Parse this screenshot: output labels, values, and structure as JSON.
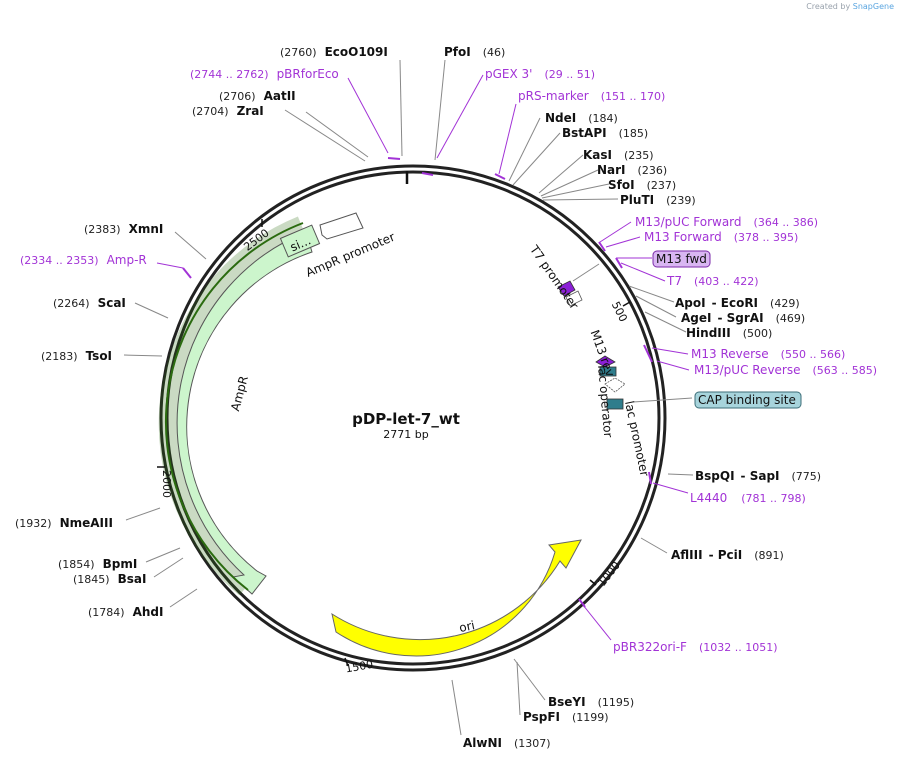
{
  "credit": {
    "prefix": "Created by",
    "brand": "SnapGene"
  },
  "plasmid": {
    "name": "pDP-let-7_wt",
    "length_label": "2771 bp"
  },
  "ticks": [
    "500",
    "1000",
    "1500",
    "2000",
    "2500"
  ],
  "sites": [
    {
      "pos": "(2760)",
      "name": "EcoO109I"
    },
    {
      "name": "PfoI",
      "pos": "(46)"
    },
    {
      "pos": "(2706)",
      "name": "AatII"
    },
    {
      "pos": "(2704)",
      "name": "ZraI"
    },
    {
      "name": "NdeI",
      "pos": "(184)"
    },
    {
      "name": "BstAPI",
      "pos": "(185)"
    },
    {
      "name": "KasI",
      "pos": "(235)"
    },
    {
      "name": "NarI",
      "pos": "(236)"
    },
    {
      "name": "SfoI",
      "pos": "(237)"
    },
    {
      "name": "PluTI",
      "pos": "(239)"
    },
    {
      "pos": "(2383)",
      "name": "XmnI"
    },
    {
      "pos": "(2264)",
      "name": "ScaI"
    },
    {
      "pos": "(2183)",
      "name": "TsoI"
    },
    {
      "name": "ApoI",
      "name2": "EcoRI",
      "pos": "(429)"
    },
    {
      "name": "AgeI",
      "name2": "SgrAI",
      "pos": "(469)"
    },
    {
      "name": "HindIII",
      "pos": "(500)"
    },
    {
      "name": "BspQI",
      "name2": "SapI",
      "pos": "(775)"
    },
    {
      "name": "AflIII",
      "name2": "PciI",
      "pos": "(891)"
    },
    {
      "pos": "(1932)",
      "name": "NmeAIII"
    },
    {
      "pos": "(1854)",
      "name": "BpmI"
    },
    {
      "pos": "(1845)",
      "name": "BsaI"
    },
    {
      "pos": "(1784)",
      "name": "AhdI"
    },
    {
      "name": "BseYI",
      "pos": "(1195)"
    },
    {
      "name": "PspFI",
      "pos": "(1199)"
    },
    {
      "name": "AlwNI",
      "pos": "(1307)"
    }
  ],
  "primers": [
    {
      "name": "pBRforEco",
      "pos": "(2744 .. 2762)"
    },
    {
      "name": "pGEX 3'",
      "pos": "(29 .. 51)"
    },
    {
      "name": "pRS-marker",
      "pos": "(151 .. 170)"
    },
    {
      "name": "M13/pUC Forward",
      "pos": "(364 .. 386)"
    },
    {
      "name": "M13 Forward",
      "pos": "(378 .. 395)"
    },
    {
      "name": "M13 fwd"
    },
    {
      "name": "T7",
      "pos": "(403 .. 422)"
    },
    {
      "name": "Amp-R",
      "pos": "(2334 .. 2353)"
    },
    {
      "name": "M13 Reverse",
      "pos": "(550 .. 566)"
    },
    {
      "name": "M13/pUC Reverse",
      "pos": "(563 .. 585)"
    },
    {
      "name": "L4440",
      "pos": "(781 .. 798)"
    },
    {
      "name": "pBR322ori-F",
      "pos": "(1032 .. 1051)"
    }
  ],
  "features": {
    "ampr_promoter": "AmpR promoter",
    "ampr": "AmpR",
    "signal_short": "si...",
    "ori": "ori",
    "t7_promoter": "T7 promoter",
    "m13_rev": "M13 rev",
    "lac_operator": "lac operator",
    "lac_promoter": "lac promoter",
    "cap_site": "CAP binding site"
  },
  "colors": {
    "primer": "#a233d6",
    "primer_badge_fill": "#d9b6f2",
    "cap_badge_fill": "#a7d4dc",
    "ampr_fill": "#ccf5cc",
    "ampr_highlight": "#2b6b10",
    "ori_fill": "#ffff00",
    "feature_teal": "#2f7d8c",
    "feature_purple": "#8b1fd6"
  }
}
